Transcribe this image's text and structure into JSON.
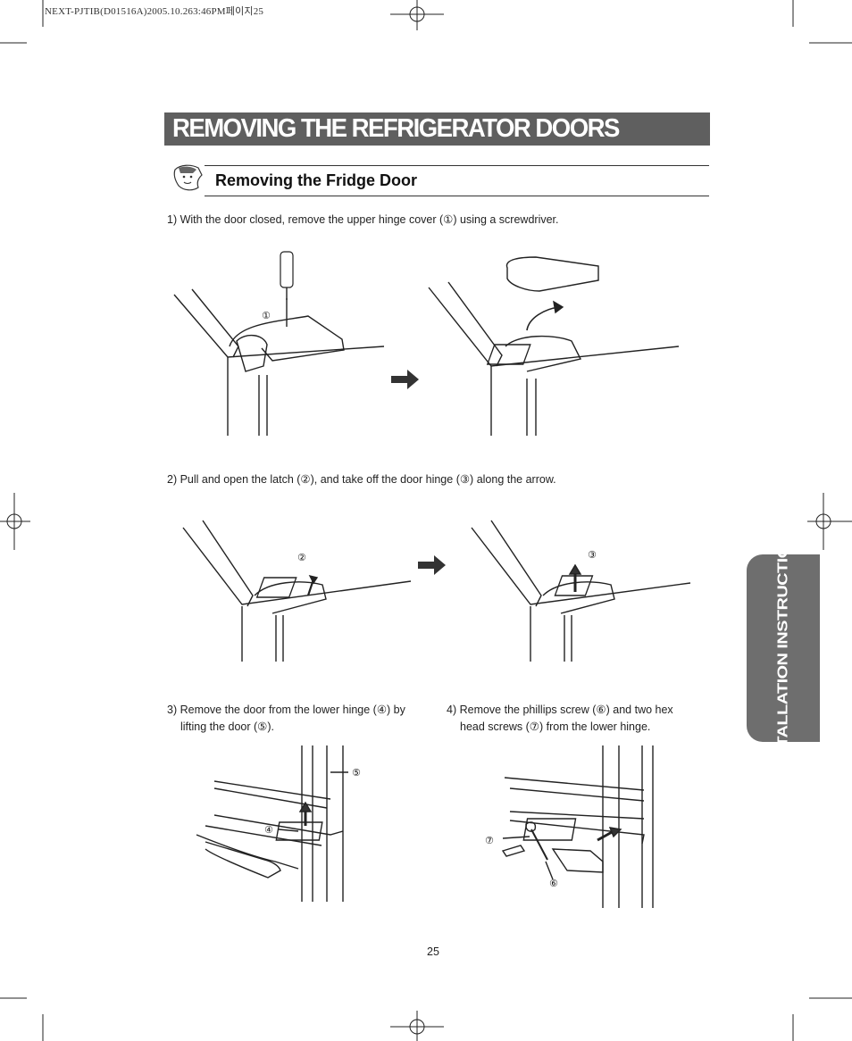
{
  "print_header": "NEXT-PJTIB(D01516A)2005.10.263:46PM페이지25",
  "title": "REMOVING THE REFRIGERATOR DOORS",
  "subheading": "Removing the Fridge Door",
  "side_tab": "INSTALLATION INSTRUCTIONS",
  "steps": {
    "s1": "1) With the door closed, remove the upper hinge cover (①) using a screwdriver.",
    "s2": "2) Pull and open the latch (②), and take off the door hinge (③) along the arrow.",
    "s3_line1": "3) Remove the door from the lower hinge (④) by",
    "s3_line2": "lifting the door (⑤).",
    "s4_line1": "4) Remove the phillips screw (⑥) and two hex",
    "s4_line2": "head screws (⑦) from the lower hinge."
  },
  "callouts": {
    "c1": "①",
    "c2": "②",
    "c3": "③",
    "c4": "④",
    "c5": "⑤",
    "c6": "⑥",
    "c7": "⑦"
  },
  "page_number": "25"
}
